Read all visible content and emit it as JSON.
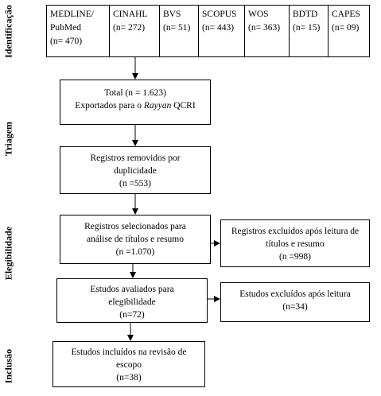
{
  "stages": {
    "identification": "Identificação",
    "screening": "Triagem",
    "eligibility": "Elegibilidade",
    "inclusion": "Inclusão"
  },
  "sources": [
    {
      "name": "MEDLINE/",
      "name2": "PubMed",
      "count": "(n= 470)"
    },
    {
      "name": "CINAHL",
      "count": "(n= 272)"
    },
    {
      "name": "BVS",
      "count": "(n= 51)"
    },
    {
      "name": "SCOPUS",
      "count": "(n= 443)"
    },
    {
      "name": "WOS",
      "count": "(n= 363)"
    },
    {
      "name": "BDTD",
      "count": "(n= 15)"
    },
    {
      "name": "CAPES",
      "count": "(n= 09)"
    }
  ],
  "total": {
    "line1": "Total (n = 1.623)",
    "line2_prefix": "Exportados para o ",
    "line2_italic": "Rayyan",
    "line2_suffix": " QCRI"
  },
  "duplicates": {
    "line1": "Registros removidos por",
    "line2": "duplicidade",
    "line3": "(n =553)"
  },
  "screened": {
    "line1": "Registros selecionados para",
    "line2": "análise de títulos e resumo",
    "line3": "(n =1.070)"
  },
  "excluded_titles": {
    "line1": "Registros excluídos após leitura de",
    "line2": "títulos e resumo",
    "line3": "(n =998)"
  },
  "assessed": {
    "line1": "Estudos avaliados para",
    "line2": "elegibilidade",
    "line3": "(n=72)"
  },
  "excluded_reading": {
    "line1": "Estudos excluídos após leitura",
    "line2": "(n=34)"
  },
  "included": {
    "line1": "Estudos incluídos na revisão de",
    "line2": "escopo",
    "line3": "(n=38)"
  }
}
